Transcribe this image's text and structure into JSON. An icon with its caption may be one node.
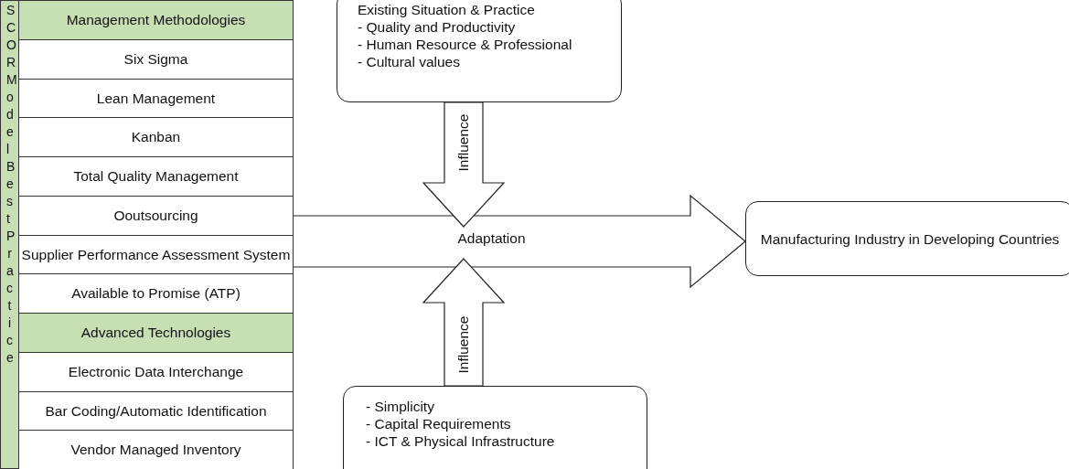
{
  "diagram": {
    "nodes": [
      {
        "text": [
          "SCOR Model Best Practice"
        ]
      },
      {
        "text": [
          "Management Methodologies"
        ]
      },
      {
        "text": [
          "Six Sigma"
        ]
      },
      {
        "text": [
          "Lean Management"
        ]
      },
      {
        "text": [
          "Kanban"
        ]
      },
      {
        "text": [
          "Total Quality Management"
        ]
      },
      {
        "text": [
          "Ooutsourcing"
        ]
      },
      {
        "text": [
          "Supplier Performance Assessment System"
        ]
      },
      {
        "text": [
          "Available to Promise (ATP)"
        ]
      },
      {
        "text": [
          "Advanced Technologies"
        ]
      },
      {
        "text": [
          "Electronic Data Interchange"
        ]
      },
      {
        "text": [
          "Bar Coding/Automatic Identification"
        ]
      },
      {
        "text": [
          "Vendor Managed Inventory"
        ]
      },
      {
        "text": [
          "Existing Situation & Practice",
          "- Quality and Productivity",
          "- Human Resource & Professional",
          "- Cultural values"
        ]
      },
      {
        "text": [
          "- Simplicity",
          "- Capital Requirements",
          "- ICT & Physical Infrastructure"
        ]
      },
      {
        "text": [
          "Manufacturing Industry in Developing Countries"
        ]
      }
    ],
    "edges": [
      {
        "from": null,
        "to": 15,
        "arrow": "to",
        "label": "Adaptation",
        "style": "thick"
      },
      {
        "from": 13,
        "to": null,
        "arrow": "to",
        "label": "Influence",
        "style": "thick"
      },
      {
        "from": 14,
        "to": null,
        "arrow": "to",
        "label": "Influence",
        "style": "thick"
      }
    ]
  }
}
